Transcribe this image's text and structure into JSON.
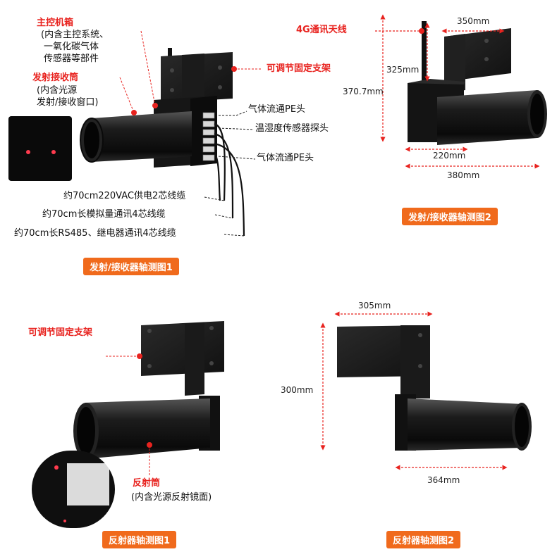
{
  "colors": {
    "accent": "#e8231f",
    "button": "#f06a1c",
    "body": "#1a1a1a"
  },
  "labels": {
    "main_box": "主控机箱",
    "main_box_desc": [
      "(内含主控系统、",
      "一氧化碳气体",
      "传感器等部件"
    ],
    "transceiver_tube": "发射接收筒",
    "transceiver_desc": [
      "(内含光源",
      "发射/接收窗口)"
    ],
    "adjustable_bracket": "可调节固定支架",
    "pe_top": "气体流通PE头",
    "humidity_probe": "温湿度传感器探头",
    "pe_bottom": "气体流通PE头",
    "cable_power": "约70cm220VAC供电2芯线缆",
    "cable_analog": "约70cm长模拟量通讯4芯线缆",
    "cable_rs485": "约70cm长RS485、继电器通讯4芯线缆",
    "antenna": "4G通讯天线",
    "reflector_tube": "反射筒",
    "reflector_desc": "(内含光源反射镜面)",
    "bracket_left": "可调节固定支架"
  },
  "dimensions": {
    "w350": "350mm",
    "h325": "325mm",
    "h370": "370.7mm",
    "w220": "220mm",
    "w380": "380mm",
    "w305": "305mm",
    "h300": "300mm",
    "w364": "364mm"
  },
  "captions": {
    "view1": "发射/接收器轴测图1",
    "view2": "发射/接收器轴测图2",
    "view3": "反射器轴测图1",
    "view4": "反射器轴测图2"
  }
}
